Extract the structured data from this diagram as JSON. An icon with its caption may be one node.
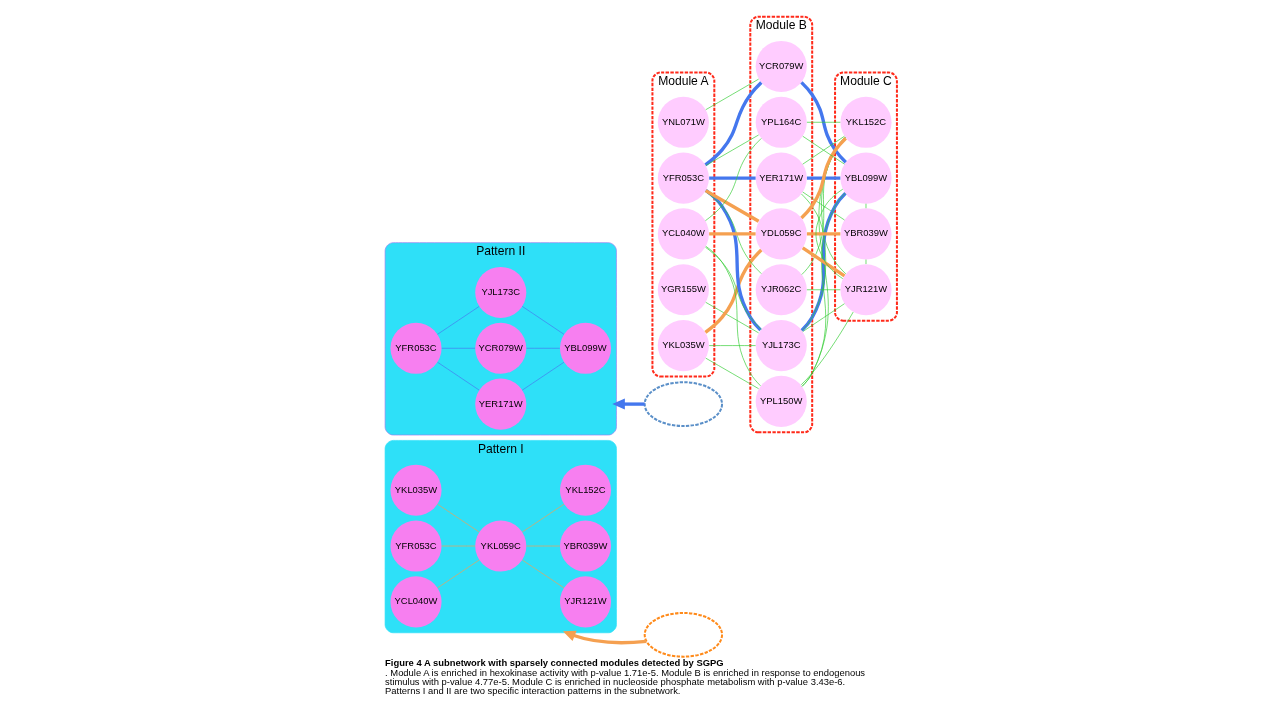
{
  "diagram": {
    "caption": "**Figure 4 A subnetwork with sparsely connected modules detected by SGPG**. Module A is enriched in hexokinase activity with p-value 1.71e-5. Module B is enriched in response to endogenous stimulus with p-value 4.77e-5. Module C is enriched in nucleoside phosphate metabolism with p-value 3.43e-6. Patterns I and II are two specific interaction patterns in the subnetwork.",
    "nodes": [
      {
        "text": [
          "Pattern I"
        ]
      },
      {
        "text": [
          "YKL035W"
        ],
        "in": 0
      },
      {
        "text": [
          "YJR121W"
        ],
        "in": 0
      },
      {
        "text": [
          "YFR053C"
        ],
        "in": 0
      },
      {
        "text": [
          "YKL059C"
        ],
        "in": 0
      },
      {
        "text": [
          "YBR039W"
        ],
        "in": 0
      },
      {
        "text": [
          "YCL040W"
        ],
        "in": 0
      },
      {
        "text": [
          "YKL152C"
        ],
        "in": 0
      },
      {
        "text": [
          "Pattern II"
        ]
      },
      {
        "text": [
          "YCR079W"
        ],
        "in": 8
      },
      {
        "text": [
          "YFR053C"
        ],
        "in": 8
      },
      {
        "text": [
          "YER171W"
        ],
        "in": 8
      },
      {
        "text": [
          "YBL099W"
        ],
        "in": 8
      },
      {
        "text": [
          "YJL173C"
        ],
        "in": 8
      },
      {
        "text": [
          "Module A"
        ]
      },
      {
        "text": [
          "YNL071W"
        ],
        "in": 14
      },
      {
        "text": [
          "YGR155W"
        ],
        "in": 14
      },
      {
        "text": [
          "YKL035W"
        ],
        "in": 14
      },
      {
        "text": [
          "YFR053C"
        ],
        "in": 14
      },
      {
        "text": [
          "YCL040W"
        ],
        "in": 14
      },
      {
        "text": [
          "Module B"
        ]
      },
      {
        "text": [
          "YCR079W"
        ],
        "in": 20
      },
      {
        "text": [
          "YER171W"
        ],
        "in": 20
      },
      {
        "text": [
          "YJL173C"
        ],
        "in": 20
      },
      {
        "text": [
          "YPL150W"
        ],
        "in": 20
      },
      {
        "text": [
          "YJR062C"
        ],
        "in": 20
      },
      {
        "text": [
          "YDL059C"
        ],
        "in": 20
      },
      {
        "text": [
          "YPL164C"
        ],
        "in": 20
      },
      {
        "text": [
          "Module C"
        ]
      },
      {
        "text": [
          "YJR121W"
        ],
        "in": 28
      },
      {
        "text": [
          "YBR039W"
        ],
        "in": 28
      },
      {
        "text": [
          "YBL099W"
        ],
        "in": 28
      },
      {
        "text": [
          "YKL152C"
        ],
        "in": 28
      },
      {
        "text": [],
        "shape": "blob"
      },
      {
        "text": [],
        "shape": "blob"
      }
    ],
    "edges": [
      {
        "from": 4,
        "to": 1,
        "arrow": "none",
        "color": "#f5a050"
      },
      {
        "from": 4,
        "to": 2,
        "arrow": "none",
        "color": "#f5a050"
      },
      {
        "from": 4,
        "to": 3,
        "arrow": "none",
        "color": "#f5a050"
      },
      {
        "from": 4,
        "to": 5,
        "arrow": "none",
        "color": "#f5a050"
      },
      {
        "from": 4,
        "to": 6,
        "arrow": "none",
        "color": "#f5a050"
      },
      {
        "from": 4,
        "to": 7,
        "arrow": "none",
        "color": "#f5a050"
      },
      {
        "from": 9,
        "to": 10,
        "arrow": "none",
        "color": "#4477ee"
      },
      {
        "from": 9,
        "to": 12,
        "arrow": "none",
        "color": "#4477ee"
      },
      {
        "from": 10,
        "to": 11,
        "arrow": "none",
        "color": "#4477ee"
      },
      {
        "from": 11,
        "to": 12,
        "arrow": "none",
        "color": "#4477ee"
      },
      {
        "from": 10,
        "to": 13,
        "arrow": "none",
        "color": "#4477ee"
      },
      {
        "from": 12,
        "to": 13,
        "arrow": "none",
        "color": "#4477ee"
      },
      {
        "from": 34,
        "to": 0,
        "arrow": "to",
        "style": "thick",
        "color": "#f5a050"
      },
      {
        "from": 33,
        "to": 8,
        "arrow": "to",
        "style": "thick",
        "color": "#4477ee"
      },
      {
        "from": 18,
        "to": 21,
        "arrow": "none",
        "style": "thick",
        "color": "#4477ee"
      },
      {
        "from": 18,
        "to": 22,
        "arrow": "none",
        "style": "thick",
        "color": "#4477ee"
      },
      {
        "from": 18,
        "to": 23,
        "arrow": "none",
        "style": "thick",
        "color": "#4477ee"
      },
      {
        "from": 21,
        "to": 31,
        "arrow": "none",
        "style": "thick",
        "color": "#4477ee"
      },
      {
        "from": 22,
        "to": 31,
        "arrow": "none",
        "style": "thick",
        "color": "#4477ee"
      },
      {
        "from": 23,
        "to": 31,
        "arrow": "none",
        "style": "thick",
        "color": "#4477ee"
      },
      {
        "from": 17,
        "to": 26,
        "arrow": "none",
        "style": "thick",
        "color": "#f5a050"
      },
      {
        "from": 18,
        "to": 26,
        "arrow": "none",
        "style": "thick",
        "color": "#f5a050"
      },
      {
        "from": 19,
        "to": 26,
        "arrow": "none",
        "style": "thick",
        "color": "#f5a050"
      },
      {
        "from": 26,
        "to": 29,
        "arrow": "none",
        "style": "thick",
        "color": "#f5a050"
      },
      {
        "from": 26,
        "to": 30,
        "arrow": "none",
        "style": "thick",
        "color": "#f5a050"
      },
      {
        "from": 26,
        "to": 32,
        "arrow": "none",
        "style": "thick",
        "color": "#f5a050"
      },
      {
        "from": 15,
        "to": 21,
        "arrow": "none"
      },
      {
        "from": 16,
        "to": 23,
        "arrow": "none"
      },
      {
        "from": 17,
        "to": 23,
        "arrow": "none"
      },
      {
        "from": 17,
        "to": 24,
        "arrow": "none"
      },
      {
        "from": 18,
        "to": 25,
        "arrow": "none"
      },
      {
        "from": 18,
        "to": 27,
        "arrow": "none"
      },
      {
        "from": 19,
        "to": 23,
        "arrow": "none"
      },
      {
        "from": 19,
        "to": 24,
        "arrow": "none"
      },
      {
        "from": 19,
        "to": 27,
        "arrow": "none"
      },
      {
        "from": 22,
        "to": 29,
        "arrow": "none"
      },
      {
        "from": 23,
        "to": 29,
        "arrow": "none"
      },
      {
        "from": 24,
        "to": 29,
        "arrow": "none"
      },
      {
        "from": 25,
        "to": 29,
        "arrow": "none"
      },
      {
        "from": 22,
        "to": 30,
        "arrow": "none"
      },
      {
        "from": 22,
        "to": 32,
        "arrow": "none"
      },
      {
        "from": 23,
        "to": 32,
        "arrow": "none"
      },
      {
        "from": 24,
        "to": 32,
        "arrow": "none"
      },
      {
        "from": 25,
        "to": 32,
        "arrow": "none"
      },
      {
        "from": 24,
        "to": 31,
        "arrow": "none"
      },
      {
        "from": 27,
        "to": 31,
        "arrow": "none"
      },
      {
        "from": 27,
        "to": 32,
        "arrow": "none"
      },
      {
        "from": 29,
        "to": 30,
        "arrow": "none"
      },
      {
        "from": 29,
        "to": 31,
        "arrow": "none"
      },
      {
        "from": 30,
        "to": 31,
        "arrow": "none"
      }
    ]
  }
}
